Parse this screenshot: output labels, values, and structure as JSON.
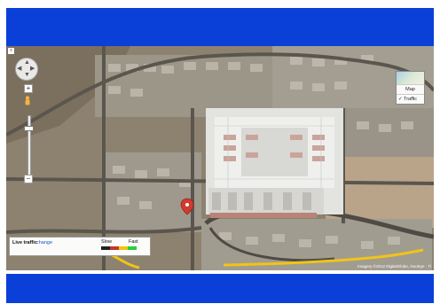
{
  "map": {
    "controls": {
      "zoom_in_label": "+",
      "zoom_out_label": "−",
      "corner_label": "x"
    },
    "map_type": {
      "map_label": "Map",
      "traffic_label": "Traffic",
      "traffic_checked": true
    },
    "legend": {
      "title": "Live traffic",
      "change_link": "change",
      "slow_label": "Slow",
      "fast_label": "Fast",
      "colors": [
        "#222222",
        "#c0392b",
        "#f1c40f",
        "#2ecc40"
      ]
    },
    "copyright": "Imagery ©2012 DigitalGlobe, GeoEye · Ti"
  },
  "colors": {
    "band": "#0a40d8",
    "traffic_road": "#f0c419",
    "marker": "#d23a2f"
  }
}
